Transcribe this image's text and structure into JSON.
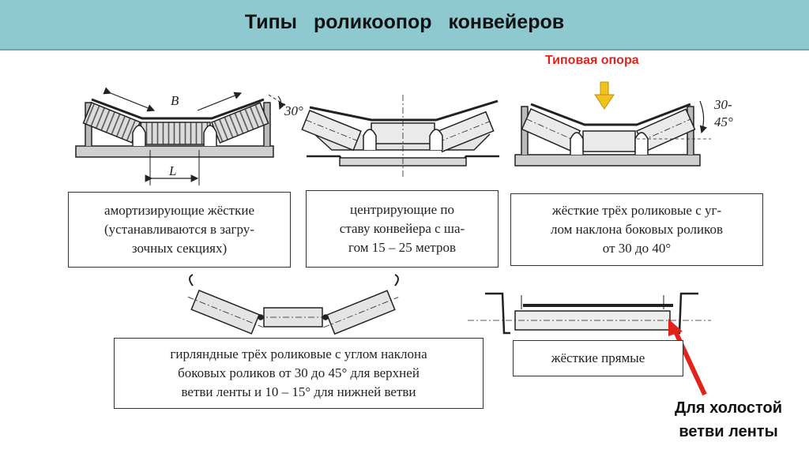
{
  "title": "Типы   роликоопор  конвейеров",
  "highlight_label": "Типовая опора",
  "diagram1": {
    "label_b": "B",
    "label_l": "L",
    "angle": "30°"
  },
  "diagram3": {
    "angle_line1": "30-",
    "angle_line2": "45°"
  },
  "boxes": {
    "box1": [
      "амортизирующие жёсткие",
      "(устанавливаются в загру-",
      "зочных секциях)"
    ],
    "box2": [
      "центрирующие по",
      "ставу конвейера с ша-",
      "гом 15 – 25 метров"
    ],
    "box3": [
      "жёсткие трёх роликовые с уг-",
      "лом наклона боковых роликов",
      "от 30 до 40°"
    ],
    "box4": [
      "гирляндные трёх роликовые с углом наклона",
      "боковых роликов от 30 до 45° для верхней",
      "ветви ленты и 10 – 15° для нижней ветви"
    ],
    "box5": [
      "жёсткие прямые"
    ]
  },
  "note": [
    "Для холостой",
    "ветви ленты"
  ],
  "colors": {
    "header_bg": "#8ec9cf",
    "accent_red": "#e0241b",
    "arrow_yellow": "#f3c11b"
  }
}
